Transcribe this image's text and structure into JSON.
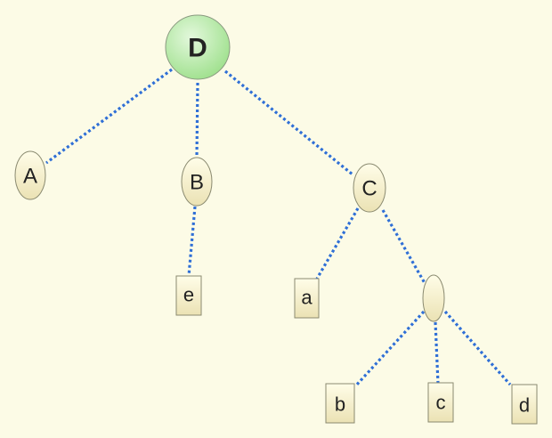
{
  "colors": {
    "background": "#fcfbe6",
    "edge": "#2f6fd6",
    "root_fill_light": "#e3f8dc",
    "root_fill_dark": "#9ee08c",
    "node_fill_light": "#fffde8",
    "node_fill_dark": "#ebe2b4",
    "node_stroke": "#8a8a70"
  },
  "nodes": {
    "root": "D",
    "A": "A",
    "B": "B",
    "C": "C",
    "e": "e",
    "a": "a",
    "unlabeled": "",
    "b": "b",
    "c": "c",
    "d": "d"
  }
}
